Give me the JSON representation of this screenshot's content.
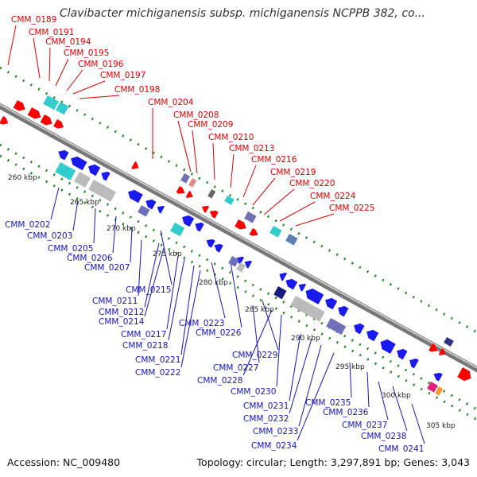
{
  "title": "Clavibacter michiganensis subsp. michiganensis NCPPB 382, co...",
  "footer": {
    "accession_label": "Accession:",
    "accession": "NC_009480",
    "topology_label": "Topology:",
    "topology": "circular",
    "length_label": "Length:",
    "length": "3,297,891 bp",
    "genes_label": "Genes:",
    "genes": "3,043"
  },
  "colors": {
    "backbone": "#8a8a8a",
    "forward_gene": "#ff0000",
    "reverse_gene": "#1a1aee",
    "forward_label": "#dd0000",
    "reverse_label": "#1515bb",
    "tick_dots": "#1e8a1e",
    "cyan_feature": "#33cccc",
    "grey_feature": "#bbbbbb",
    "purple_feature": "#7070b8",
    "magenta_feature": "#e0207a",
    "orange_feature": "#ff9933"
  },
  "scale_ticks": [
    "260 kbp",
    "265 kbp",
    "270 kbp",
    "275 kbp",
    "280 kbp",
    "285 kbp",
    "290 kbp",
    "295 kbp",
    "300 kbp",
    "305 kbp"
  ],
  "forward_labels": [
    "CMM_0189",
    "CMM_0191",
    "CMM_0194",
    "CMM_0195",
    "CMM_0196",
    "CMM_0197",
    "CMM_0198",
    "CMM_0204",
    "CMM_0208",
    "CMM_0209",
    "CMM_0210",
    "CMM_0213",
    "CMM_0216",
    "CMM_0219",
    "CMM_0220",
    "CMM_0224",
    "CMM_0225"
  ],
  "reverse_labels": [
    "CMM_0202",
    "CMM_0203",
    "CMM_0205",
    "CMM_0206",
    "CMM_0207",
    "CMM_0215",
    "CMM_0211",
    "CMM_0212",
    "CMM_0214",
    "CMM_0217",
    "CMM_0218",
    "CMM_0223",
    "CMM_0226",
    "CMM_0221",
    "CMM_0222",
    "CMM_0229",
    "CMM_0227",
    "CMM_0228",
    "CMM_0230",
    "CMM_0231",
    "CMM_0232",
    "CMM_0233",
    "CMM_0234",
    "CMM_0235",
    "CMM_0236",
    "CMM_0237",
    "CMM_0238",
    "CMM_0241"
  ]
}
